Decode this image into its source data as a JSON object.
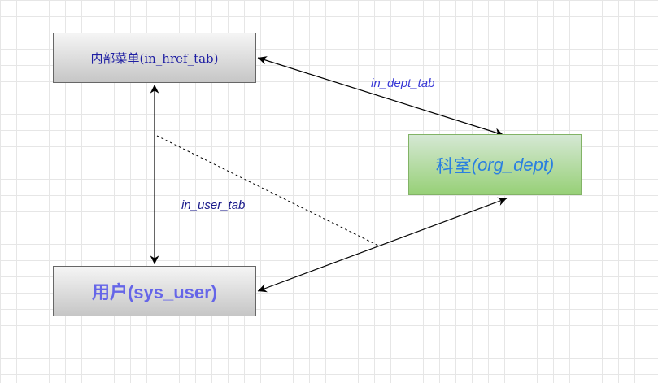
{
  "nodes": {
    "menu": {
      "label": "内部菜单(in_href_tab)"
    },
    "user": {
      "label": "用户(sys_user)"
    },
    "dept": {
      "name": "科室",
      "code": "(org_dept)"
    }
  },
  "edges": {
    "menu_dept": {
      "label": "in_dept_tab"
    },
    "menu_user": {
      "label": "in_user_tab"
    }
  },
  "colors": {
    "grid": "#e6e6e6",
    "gray_node_border": "#666666",
    "green_node_border": "#82b366",
    "menu_text": "#1f1fa3",
    "user_text": "#6565e8",
    "dept_text": "#2a7fe0",
    "edge_label_dept": "#3a3ad6",
    "edge_label_user": "#1a1a8a",
    "edge_line": "#000000"
  }
}
